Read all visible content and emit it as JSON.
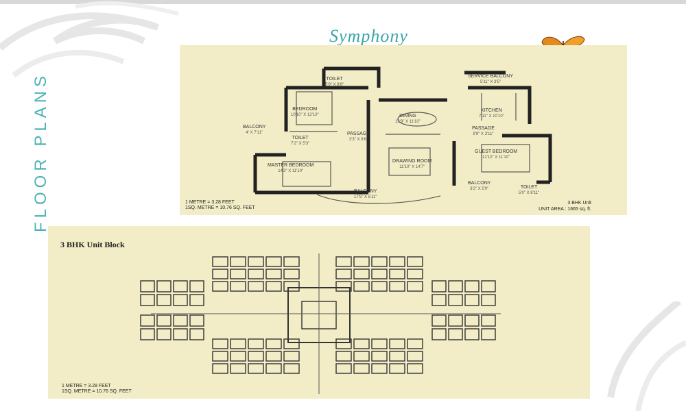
{
  "header": {
    "brand_title": "Symphony",
    "side_title": "FLOOR PLANS",
    "accent_color": "#3aa6a8",
    "panel_color": "#f2edc6"
  },
  "unit_plan": {
    "rooms": [
      {
        "name": "TOILET",
        "dim": "5'9\" X 8'6\""
      },
      {
        "name": "BEDROOM",
        "dim": "10'10\" X 12'10\""
      },
      {
        "name": "BALCONY",
        "dim": "4' X 7'11\""
      },
      {
        "name": "TOILET",
        "dim": "7'2\" X 5'3\""
      },
      {
        "name": "PASSAGE",
        "dim": "3'3\" X 9'6\""
      },
      {
        "name": "MASTER BEDROOM",
        "dim": "14'3\" X 11'10\""
      },
      {
        "name": "DINING",
        "dim": "13'9\" X 11'10\""
      },
      {
        "name": "DRAWING ROOM",
        "dim": "11'10\" X 14'7\""
      },
      {
        "name": "BALCONY",
        "dim": "17'5\" X 5'11\""
      },
      {
        "name": "SERVICE BALCONY",
        "dim": "5'11\" X 3'5\""
      },
      {
        "name": "KITCHEN",
        "dim": "7'11\" X 10'10\""
      },
      {
        "name": "PASSAGE",
        "dim": "9'9\" X 3'11\""
      },
      {
        "name": "GUEST BEDROOM",
        "dim": "12'10\" X 11'10\""
      },
      {
        "name": "BALCONY",
        "dim": "3'2\" X 5'0\""
      },
      {
        "name": "TOILET",
        "dim": "5'0\" X 8'11\""
      }
    ],
    "conversion_line1": "1 METRE = 3.28 FEET",
    "conversion_line2": "1SQ. METRE = 10.76 SQ. FEET",
    "unit_type": "3 BHK Unit",
    "unit_area": "UNIT AREA : 1665 sq. ft."
  },
  "block_plan": {
    "heading": "3 BHK Unit Block",
    "conversion_line1": "1 METRE = 3.28 FEET",
    "conversion_line2": "1SQ. METRE = 10.76 SQ. FEET"
  }
}
